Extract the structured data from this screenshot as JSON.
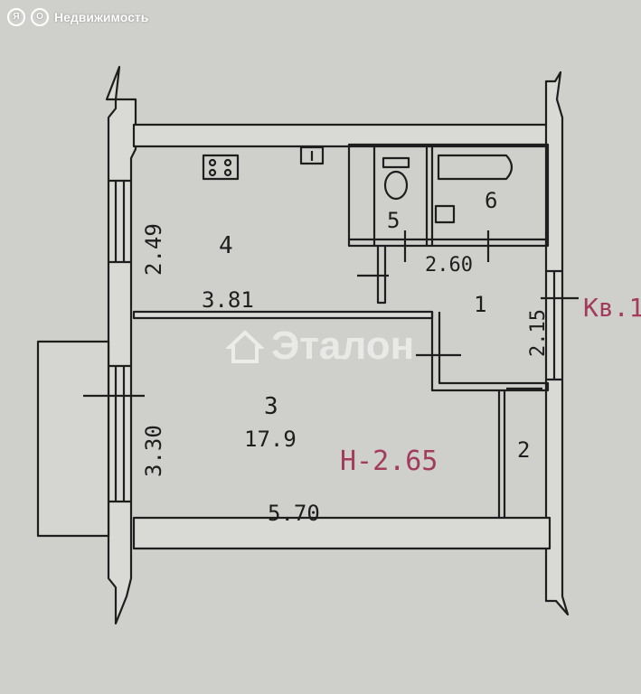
{
  "header": {
    "logo_mark": "Я",
    "logo_mark_2": "О",
    "brand": "Недвижимость"
  },
  "watermark": {
    "text": "Эталон"
  },
  "plan": {
    "rooms": {
      "r1": "1",
      "r2": "2",
      "r3": "3",
      "r3_area": "17.9",
      "r4": "4",
      "r5": "5",
      "r6": "6"
    },
    "dimensions": {
      "d_249": "2.49",
      "d_381": "3.81",
      "d_330": "3.30",
      "d_570": "5.70",
      "d_260": "2.60",
      "d_215": "2.15"
    },
    "notes": {
      "height": "Н-2.65",
      "apartment": "Кв.1"
    },
    "colors": {
      "paper": "#cfd0cc",
      "wall_fill": "#d9dad6",
      "ink": "#1e1e1e",
      "annotation": "#a23b5c"
    }
  }
}
